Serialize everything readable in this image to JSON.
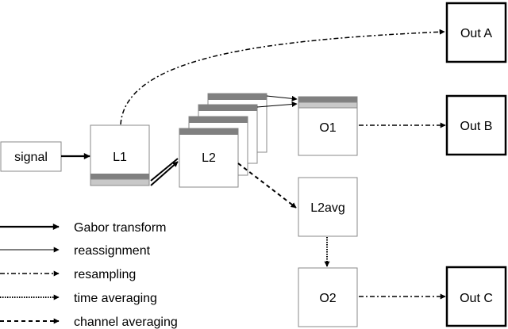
{
  "nodes": {
    "signal": "signal",
    "l1": "L1",
    "l2": "L2",
    "o1": "O1",
    "l2avg": "L2avg",
    "o2": "O2",
    "out_a": "Out A",
    "out_b": "Out B",
    "out_c": "Out C"
  },
  "legend": {
    "gabor": "Gabor transform",
    "reassignment": "reassignment",
    "resampling": "resampling",
    "time_averaging": "time averaging",
    "channel_averaging": "channel averaging"
  },
  "colors": {
    "box_border_light": "#888888",
    "box_border_heavy": "#000000",
    "band_dark": "#808080",
    "band_light": "#c8c8c8"
  }
}
